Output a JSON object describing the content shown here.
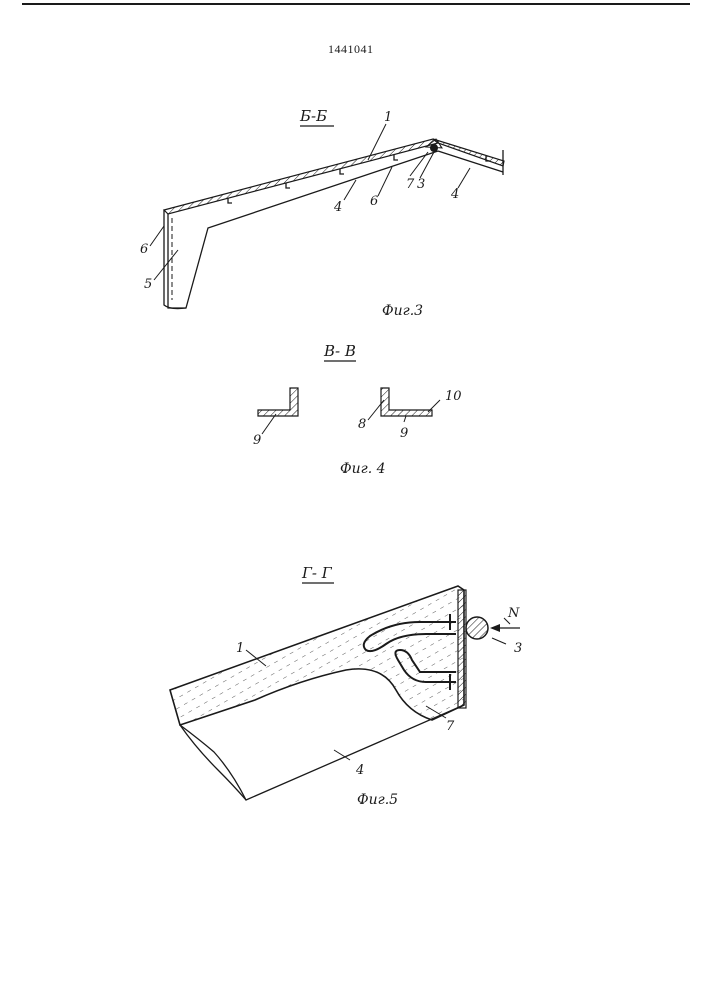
{
  "patent_number": "1441041",
  "figure3": {
    "section": "Б-Б",
    "caption": "Фиг.3",
    "labels": [
      "1",
      "4",
      "6",
      "7",
      "3",
      "4",
      "6",
      "5"
    ]
  },
  "figure4": {
    "section": "В- В",
    "caption": "Фиг. 4",
    "labels": [
      "9",
      "8",
      "9",
      "10"
    ]
  },
  "figure5": {
    "section": "Г- Г",
    "caption": "Фиг.5",
    "labels": [
      "1",
      "N",
      "3",
      "7",
      "4"
    ]
  }
}
